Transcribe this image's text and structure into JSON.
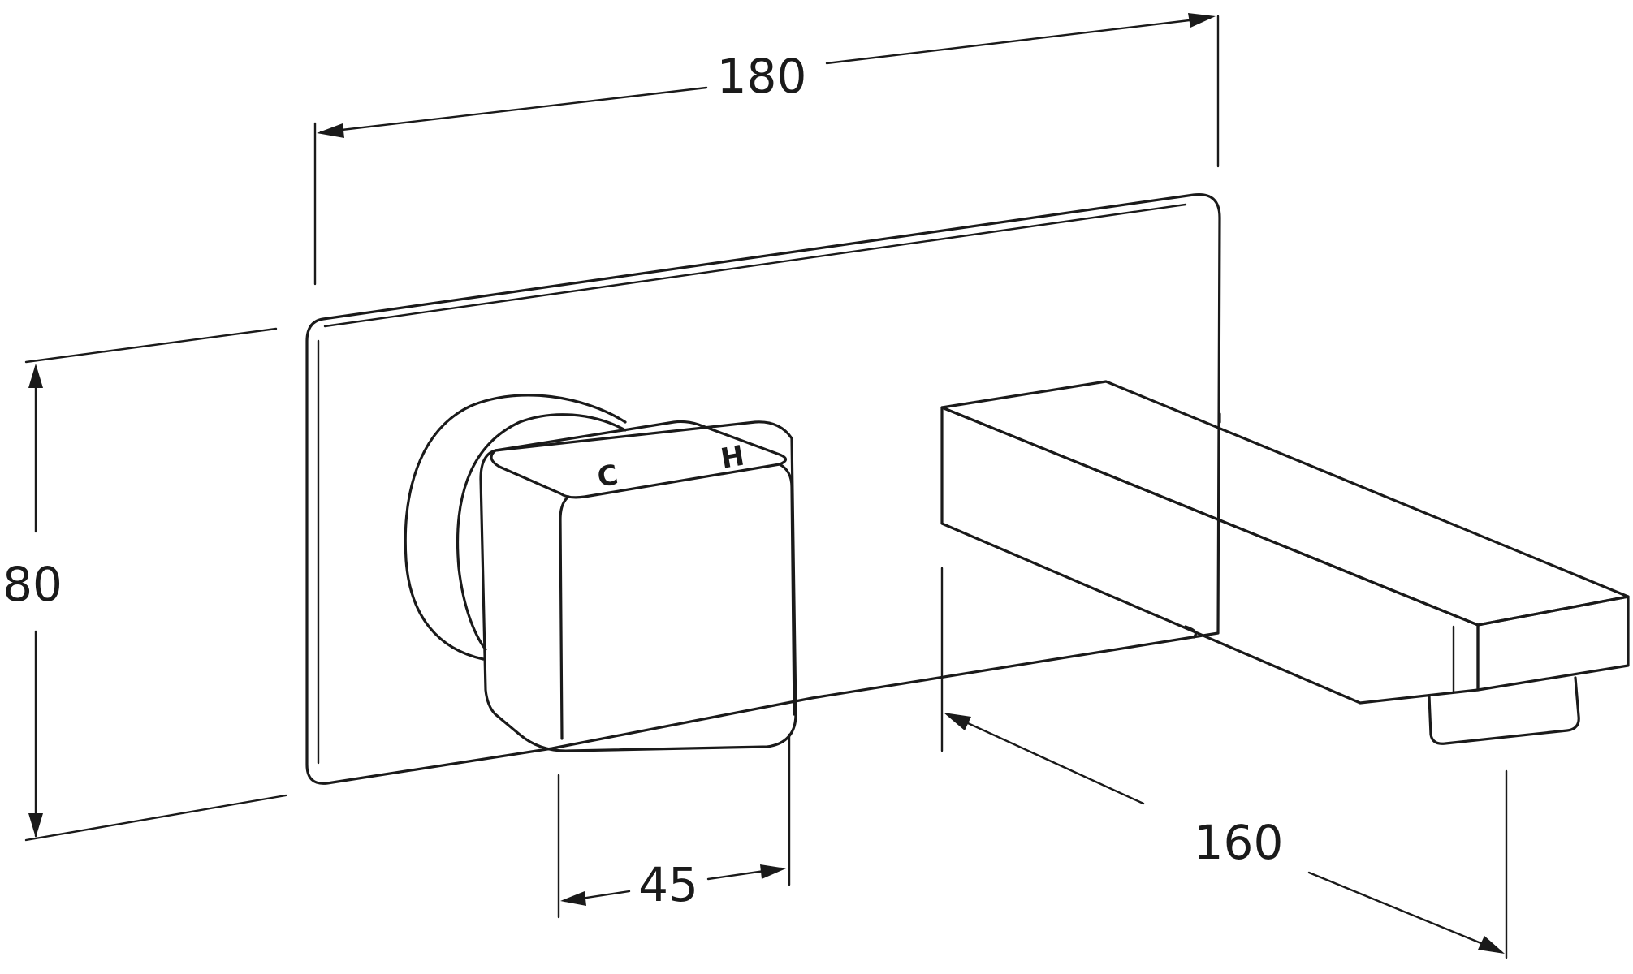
{
  "drawing": {
    "dimensions": {
      "width": "180",
      "height": "80",
      "handle": "45",
      "spout": "160"
    },
    "handle_marks": {
      "cold": "C",
      "hot": "H"
    }
  }
}
